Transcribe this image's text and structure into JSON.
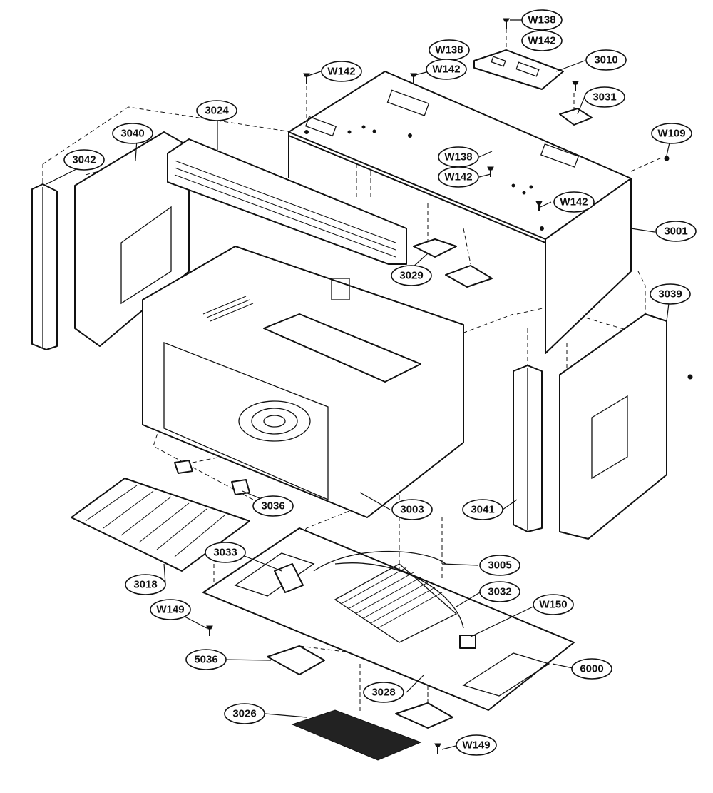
{
  "callouts": [
    {
      "id": "c-w138-top",
      "label": "W138"
    },
    {
      "id": "c-w142-top",
      "label": "W142"
    },
    {
      "id": "c-w138-left",
      "label": "W138"
    },
    {
      "id": "c-w142-left",
      "label": "W142"
    },
    {
      "id": "c-3010",
      "label": "3010"
    },
    {
      "id": "c-w142-top-left",
      "label": "W142"
    },
    {
      "id": "c-3031",
      "label": "3031"
    },
    {
      "id": "c-3024",
      "label": "3024"
    },
    {
      "id": "c-3040",
      "label": "3040"
    },
    {
      "id": "c-w109",
      "label": "W109"
    },
    {
      "id": "c-3042",
      "label": "3042"
    },
    {
      "id": "c-w138-mid",
      "label": "W138"
    },
    {
      "id": "c-w142-mid",
      "label": "W142"
    },
    {
      "id": "c-w142-right",
      "label": "W142"
    },
    {
      "id": "c-3001",
      "label": "3001"
    },
    {
      "id": "c-3029",
      "label": "3029"
    },
    {
      "id": "c-3039",
      "label": "3039"
    },
    {
      "id": "c-3036",
      "label": "3036"
    },
    {
      "id": "c-3003",
      "label": "3003"
    },
    {
      "id": "c-3041",
      "label": "3041"
    },
    {
      "id": "c-3033",
      "label": "3033"
    },
    {
      "id": "c-3005",
      "label": "3005"
    },
    {
      "id": "c-3018",
      "label": "3018"
    },
    {
      "id": "c-3032",
      "label": "3032"
    },
    {
      "id": "c-w149-left",
      "label": "W149"
    },
    {
      "id": "c-w150",
      "label": "W150"
    },
    {
      "id": "c-5036",
      "label": "5036"
    },
    {
      "id": "c-6000",
      "label": "6000"
    },
    {
      "id": "c-3028",
      "label": "3028"
    },
    {
      "id": "c-3026",
      "label": "3026"
    },
    {
      "id": "c-w149-right",
      "label": "W149"
    }
  ]
}
